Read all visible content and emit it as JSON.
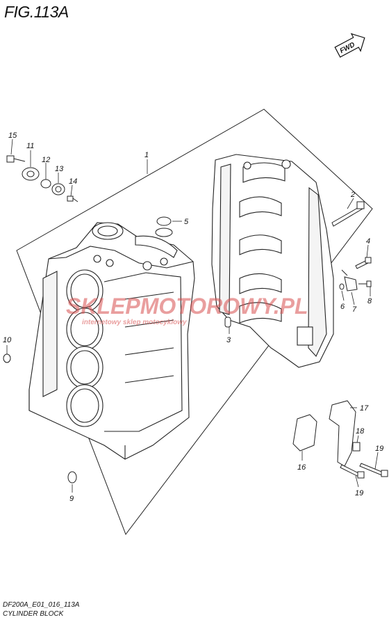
{
  "figure": {
    "title": "FIG.113A",
    "model_code": "DF200A_E01_016_113A",
    "caption": "CYLINDER BLOCK"
  },
  "fwd_badge": {
    "text": "FWD"
  },
  "watermark": {
    "brand": "SKLEPMOTOROWY.PL",
    "tagline": "internetowy sklep motocyklowy",
    "color": "#d85050"
  },
  "parts": {
    "p1": "1",
    "p2": "2",
    "p3": "3",
    "p4": "4",
    "p5": "5",
    "p6": "6",
    "p7": "7",
    "p8": "8",
    "p9": "9",
    "p10": "10",
    "p11": "11",
    "p12": "12",
    "p13": "13",
    "p14": "14",
    "p15": "15",
    "p16": "16",
    "p17": "17",
    "p18": "18",
    "p19a": "19",
    "p19b": "19"
  }
}
